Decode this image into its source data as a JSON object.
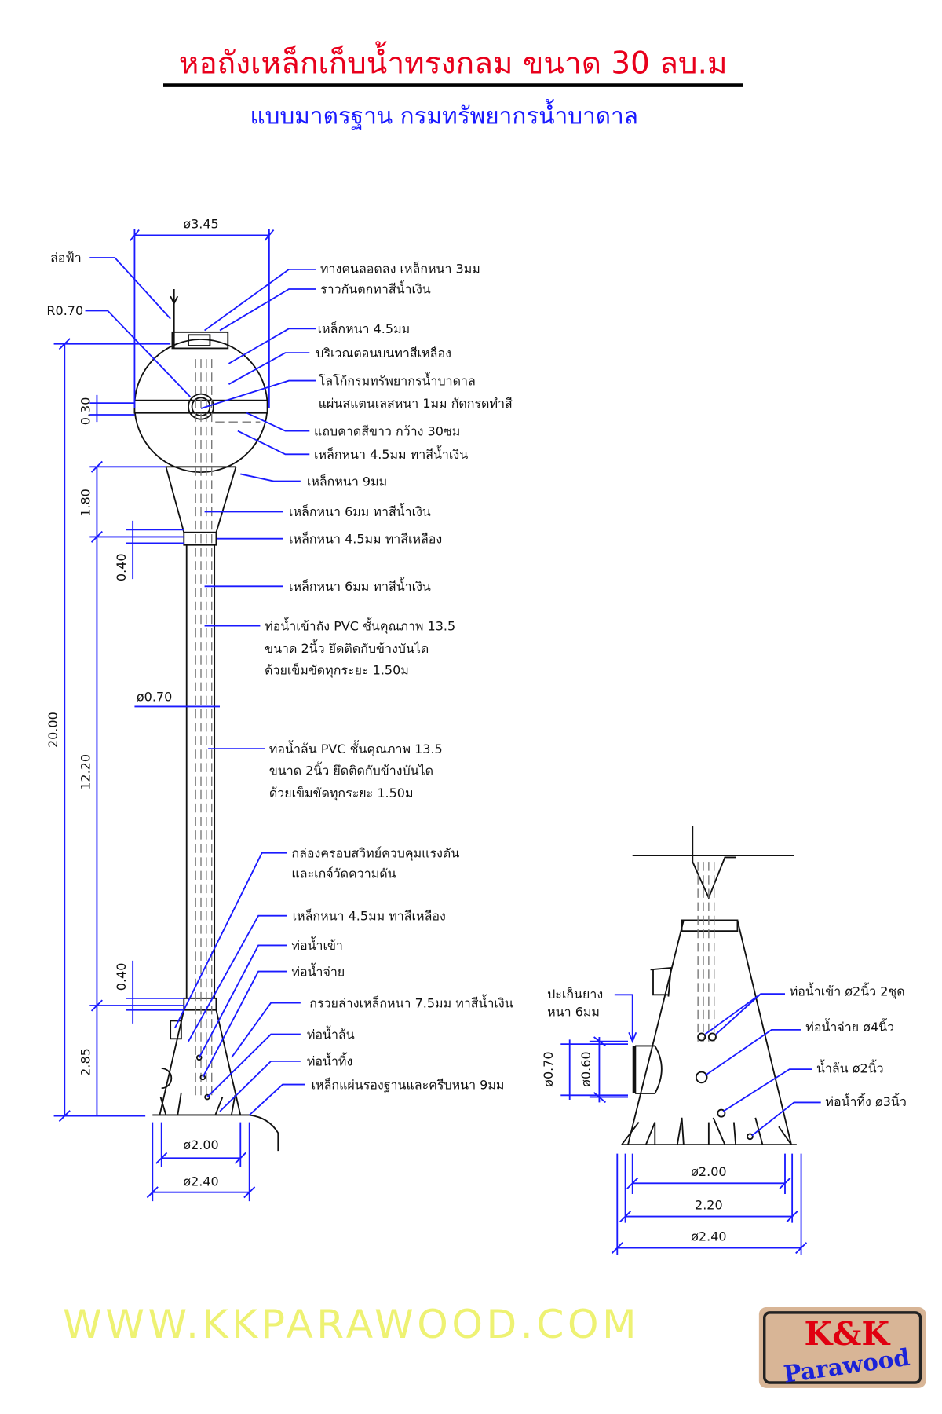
{
  "header": {
    "title": "หอถังเหล็กเก็บน้ำทรงกลม ขนาด 30 ลบ.ม",
    "subtitle": "แบบมาตรฐาน กรมทรัพยากรน้ำบาดาล",
    "title_color": "#e8001c",
    "subtitle_color": "#1a1aff"
  },
  "left_view": {
    "left_labels": [
      "ล่อฟ้า",
      "R0.70"
    ],
    "dimensions": {
      "top_diameter": "ø3.45",
      "band": "0.30",
      "total_height": "20.00",
      "cone": "1.80",
      "collar_top": "0.40",
      "shaft": "12.20",
      "collar_bottom": "0.40",
      "base": "2.85",
      "shaft_diameter": "ø0.70",
      "base_inner": "ø2.00",
      "base_outer": "ø2.40"
    },
    "callouts": [
      "ทางคนลอดลง เหล็กหนา 3มม",
      "ราวกันตกทาสีน้ำเงิน",
      "เหล็กหนา 4.5มม",
      "บริเวณตอนบนทาสีเหลือง",
      "โลโก้กรมทรัพยากรน้ำบาดาล",
      "แผ่นสแตนเลสหนา 1มม กัดกรดทำสี",
      "แถบคาดสีขาว กว้าง 30ซม",
      "เหล็กหนา 4.5มม ทาสีน้ำเงิน",
      "เหล็กหนา 9มม",
      "เหล็กหนา 6มม ทาสีน้ำเงิน",
      "เหล็กหนา 4.5มม ทาสีเหลือง",
      "เหล็กหนา 6มม ทาสีน้ำเงิน",
      "ท่อน้ำเข้าถัง PVC  ชั้นคุณภาพ 13.5",
      "ขนาด 2นิ้ว   ยึดติดกับข้างบันได",
      "ด้วยเข็มขัดทุกระยะ 1.50ม",
      "ท่อน้ำล้น PVC  ชั้นคุณภาพ 13.5",
      "ขนาด 2นิ้ว ยึดติดกับข้างบันได",
      "ด้วยเข็มขัดทุกระยะ 1.50ม",
      "กล่องครอบสวิทย์ควบคุมแรงดัน",
      "และเกจ์วัดความดัน",
      "เหล็กหนา 4.5มม ทาสีเหลือง",
      "ท่อน้ำเข้า",
      "ท่อน้ำจ่าย",
      "กรวยล่างเหล็กหนา 7.5มม ทาสีน้ำเงิน",
      "ท่อน้ำล้น",
      "ท่อน้ำทิ้ง",
      "เหล็กแผ่นรองฐานและครีบหนา 9มม"
    ]
  },
  "right_view": {
    "gasket": [
      "ปะเก็นยาง",
      "หนา 6มม"
    ],
    "callouts": [
      "ท่อน้ำเข้า ø2นิ้ว 2ชุด",
      "ท่อน้ำจ่าย ø4นิ้ว",
      "น้ำล้น ø2นิ้ว",
      "ท่อน้ำทิ้ง ø3นิ้ว"
    ],
    "dimensions": {
      "manhole_outer": "ø0.70",
      "manhole_inner": "ø0.60",
      "inner": "ø2.00",
      "middle": "2.20",
      "outer": "ø2.40"
    }
  },
  "watermark": "WWW.KKPARAWOOD.COM",
  "logo": {
    "line1": "K&K",
    "line2": "Parawood"
  }
}
